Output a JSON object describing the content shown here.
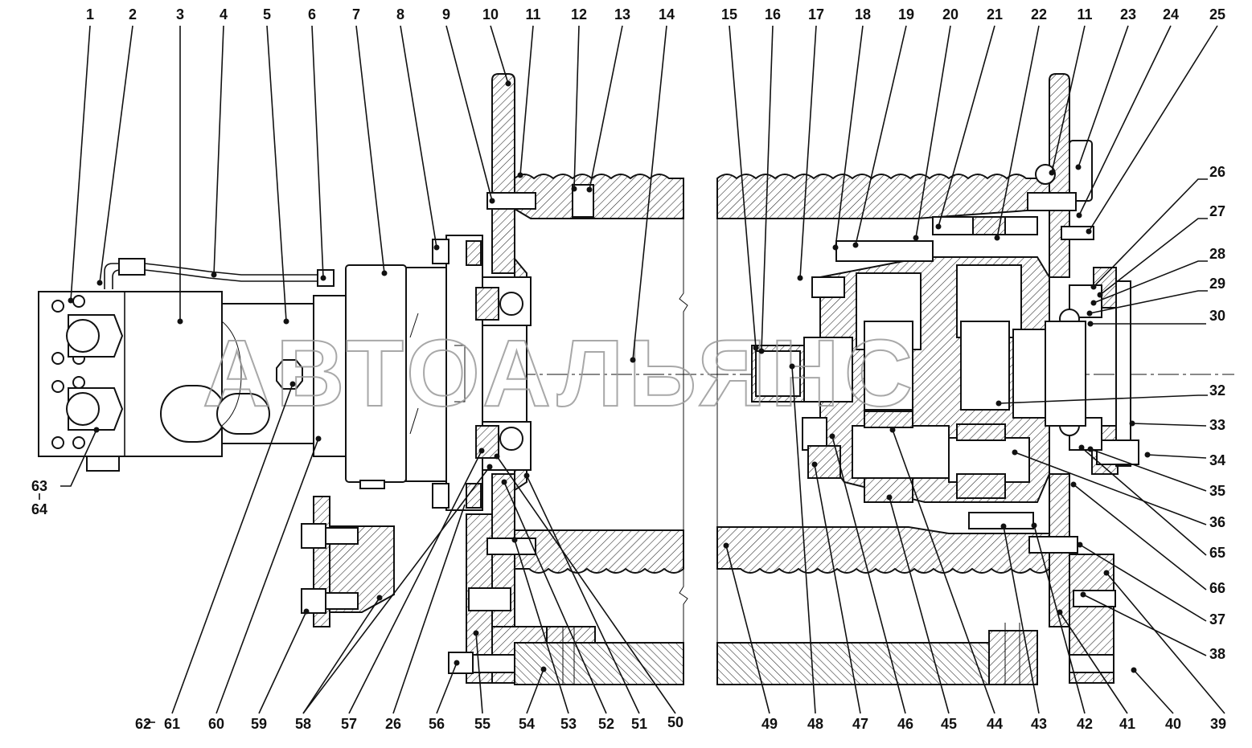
{
  "watermark": "АВТОАЛЬЯНС",
  "callouts_top": [
    "1",
    "2",
    "3",
    "4",
    "5",
    "6",
    "7",
    "8",
    "9",
    "10",
    "11",
    "12",
    "13",
    "14",
    "15",
    "16",
    "17",
    "18",
    "19",
    "20",
    "21",
    "22",
    "11",
    "23",
    "24",
    "25"
  ],
  "callouts_right": [
    "26",
    "27",
    "28",
    "29",
    "30",
    "32",
    "33",
    "34",
    "35",
    "36",
    "65",
    "66",
    "37",
    "38"
  ],
  "callouts_bottom": [
    "62",
    "61",
    "60",
    "59",
    "58",
    "57",
    "26",
    "56",
    "55",
    "54",
    "53",
    "52",
    "51",
    "50",
    "49",
    "48",
    "47",
    "46",
    "45",
    "44",
    "43",
    "42",
    "41",
    "40",
    "39"
  ],
  "callouts_left": [
    "63",
    "64"
  ]
}
